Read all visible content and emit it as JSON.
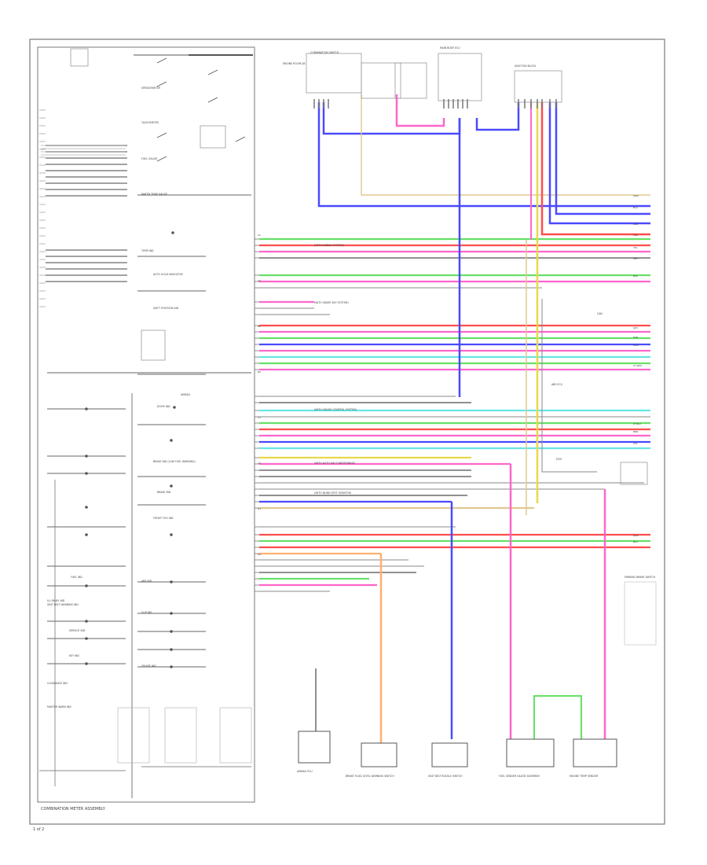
{
  "diagram": {
    "footer_label": "COMBINATION METER ASSEMBLY",
    "page_number": "1 of 2",
    "colors": {
      "red": "#ff4d4d",
      "green": "#66e066",
      "blue": "#4a4aff",
      "pink": "#ff66cc",
      "yellow": "#e8d84a",
      "cyan": "#66e6e6",
      "orange": "#ffb070",
      "tan": "#e0c890",
      "gray": "#888888",
      "black": "#222222"
    },
    "meter_labels": [
      "SPEEDOMETER",
      "TACHOMETER",
      "FUEL GAUGE",
      "WATER TEMP GAUGE",
      "TEMP IND",
      "AUTO HOLD INDICATOR",
      "SHIFT POSITION IND",
      "AIRBAG",
      "DOOR IND",
      "BRAKE IND (LOW FUEL WARNING)",
      "BRAKE IND",
      "FRONT FOG IND",
      "ABS IND",
      "SLIP IND",
      "CRUISE IND"
    ],
    "left_indicators": [
      "ILL PANEL IND",
      "FUEL IND",
      "SEAT BELT WARNING IND",
      "SERVICE IND",
      "KEY IND",
      "CLEARANCE IND",
      "MASTER WARN IND"
    ],
    "top_components": [
      "ENGINE ROOM J/B",
      "MAIN BODY ECU",
      "COMBINATION SWITCH",
      "JUNCTION BLOCK"
    ],
    "bottom_components": [
      "AIRBAG ECU",
      "BRAKE FLUID LEVEL WARNING SWITCH",
      "SEAT BELT BUCKLE SWITCH",
      "FUEL SENDER GAUGE ASSEMBLY",
      "ENGINE TEMP SENDOR"
    ],
    "right_labels": [
      "CAN",
      "ABS ECU",
      "ECM",
      "PARKING BRAKE SWITCH"
    ],
    "wire_notes": [
      "(WITH AIRBAG SYSTEM)",
      "(WITH SMART KEY SYSTEM)",
      "(WITH CRUISE CONTROL SYSTEM)",
      "(WITH AUTO AIR CONDITIONING)",
      "(WITH BLIND SPOT MONITOR)"
    ],
    "wire_codes": [
      "GRN",
      "BLU",
      "RED",
      "PNK",
      "YEL",
      "WHT",
      "BLK",
      "GRY",
      "TAN",
      "ORN",
      "LT GRN",
      "LT BLU",
      "BRN",
      "VIO"
    ],
    "connector_pins": [
      "A1",
      "A2",
      "B1",
      "B2",
      "C1",
      "C2",
      "D1",
      "D2"
    ]
  }
}
